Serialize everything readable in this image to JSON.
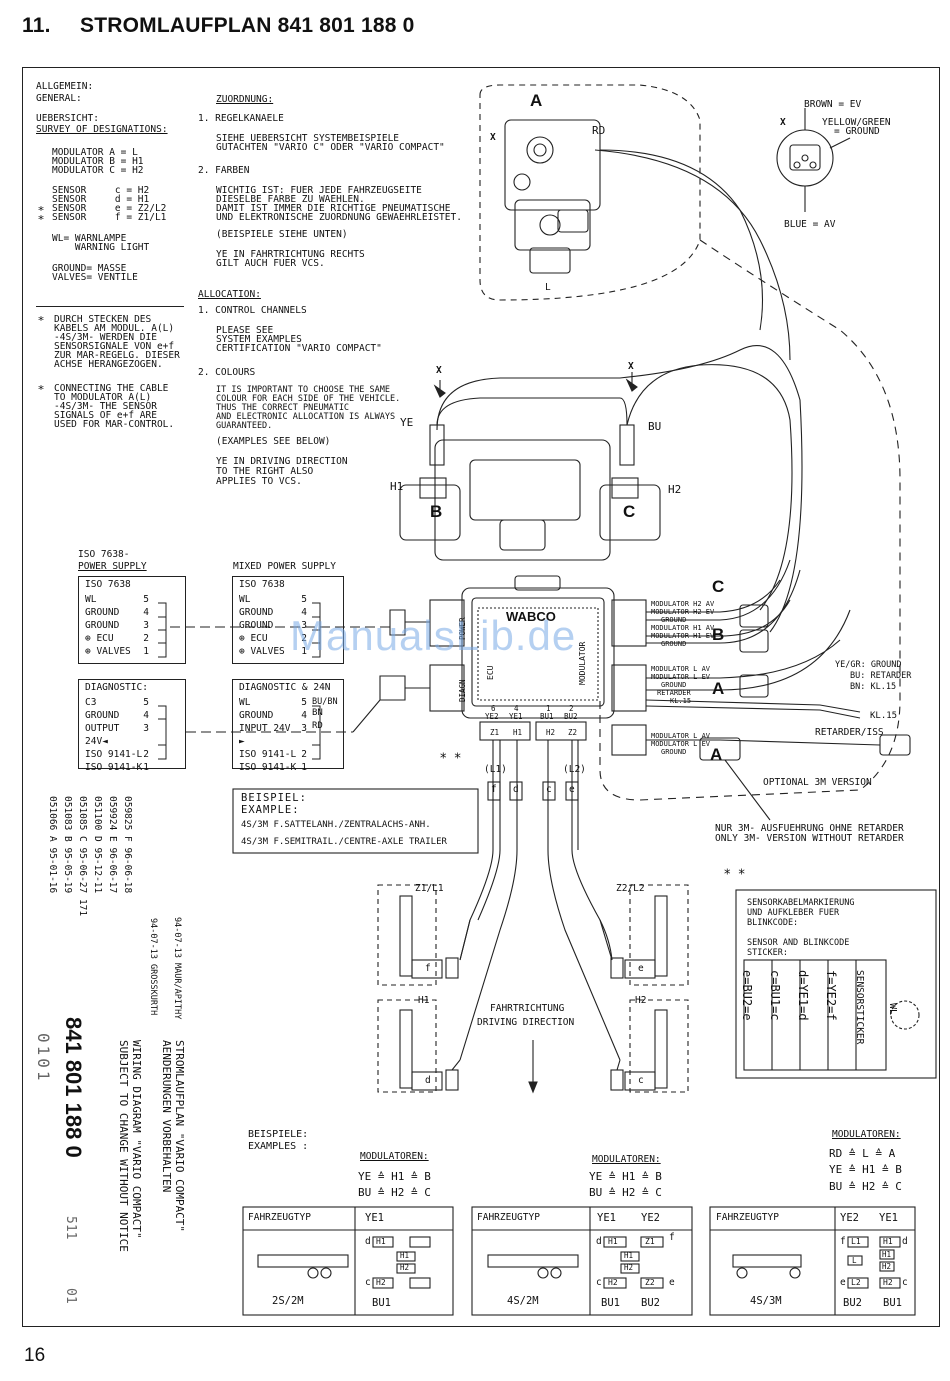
{
  "header": {
    "section": "11.",
    "title": "STROMLAUFPLAN 841 801 188 0"
  },
  "page_number": "16",
  "watermark": "ManualsLib.de",
  "general": {
    "heading1": "ALLGEMEIN:",
    "heading2": "GENERAL:",
    "survey1": "UEBERSICHT:",
    "survey2": "SURVEY OF DESIGNATIONS:",
    "modulators": [
      "MODULATOR A = L",
      "MODULATOR B = H1",
      "MODULATOR C = H2"
    ],
    "sensors": [
      "SENSOR     c = H2",
      "SENSOR     d = H1",
      "SENSOR     e = Z2/L2",
      "SENSOR     f = Z1/L1"
    ],
    "star_mark": "⁎",
    "legend": [
      "WL= WARNLAMPE",
      "    WARNING LIGHT",
      "",
      "GROUND= MASSE",
      "VALVES= VENTILE"
    ],
    "note_de": [
      "DURCH STECKEN DES",
      "KABELS AM MODUL. A(L)",
      "-4S/3M- WERDEN DIE",
      "SENSORSIGNALE VON e+f",
      "ZUR MAR-REGELG. DIESER",
      "ACHSE HERANGEZOGEN."
    ],
    "note_en": [
      "CONNECTING THE CABLE",
      "TO MODULATOR A(L)",
      "-4S/3M- THE SENSOR",
      "SIGNALS OF e+f ARE",
      "USED FOR MAR-CONTROL."
    ]
  },
  "assignment": {
    "heading": "ZUORDNUNG:",
    "item1_title": "1. REGELKANAELE",
    "item1_text": [
      "SIEHE UEBERSICHT SYSTEMBEISPIELE",
      "GUTACHTEN \"VARIO C\" ODER \"VARIO COMPACT\""
    ],
    "item2_title": "2. FARBEN",
    "item2_text": [
      "WICHTIG IST: FUER JEDE FAHRZEUGSEITE",
      "DIESELBE FARBE ZU WAEHLEN.",
      "DAMIT IST IMMER DIE RICHTIGE PNEUMATISCHE",
      "UND ELEKTRONISCHE ZUORDNUNG GEWAEHRLEISTET.",
      "(BEISPIELE SIEHE UNTEN)",
      "",
      "YE IN FAHRTRICHTUNG RECHTS",
      "GILT AUCH FUER VCS."
    ]
  },
  "allocation": {
    "heading": "ALLOCATION:",
    "item1_title": "1. CONTROL CHANNELS",
    "item1_text": [
      "PLEASE SEE",
      "SYSTEM EXAMPLES",
      "CERTIFICATION \"VARIO COMPACT\""
    ],
    "item2_title": "2. COLOURS",
    "item2_text": [
      "IT IS IMPORTANT TO CHOOSE THE SAME",
      "COLOUR FOR EACH SIDE OF THE VEHICLE.",
      "THUS THE CORRECT PNEUMATIC",
      "AND ELECTRONIC ALLOCATION IS ALWAYS",
      "GUARANTEED.",
      "(EXAMPLES SEE BELOW)",
      "",
      "YE IN DRIVING DIRECTION",
      "TO THE RIGHT ALSO",
      "APPLIES TO VCS."
    ]
  },
  "valve_a": {
    "letter": "A",
    "x_mark": "X",
    "rd": "RD",
    "l": "L"
  },
  "connector_x": {
    "x": "X",
    "brown": "BROWN = EV",
    "yellow_green": [
      "YELLOW/GREEN",
      "= GROUND"
    ],
    "blue": "BLUE = AV"
  },
  "valve_bc": {
    "ye": "YE",
    "bu": "BU",
    "h1": "H1",
    "h2": "H2",
    "b": "B",
    "c": "C",
    "x": "X"
  },
  "iso_power": {
    "caption": [
      "ISO 7638-",
      "POWER SUPPLY"
    ],
    "title": "ISO 7638",
    "rows": [
      [
        "WL",
        "5"
      ],
      [
        "GROUND",
        "4"
      ],
      [
        "GROUND",
        "3"
      ],
      [
        "⊕ ECU",
        "2"
      ],
      [
        "⊕ VALVES",
        "1"
      ]
    ]
  },
  "mixed_power": {
    "caption": "MIXED POWER SUPPLY",
    "title": "ISO 7638",
    "rows": [
      [
        "WL",
        "5"
      ],
      [
        "GROUND",
        "4"
      ],
      [
        "GROUND",
        "3"
      ],
      [
        "⊕ ECU",
        "2"
      ],
      [
        "⊕ VALVES",
        "1"
      ]
    ]
  },
  "diagnostic": {
    "title": "DIAGNOSTIC:",
    "rows": [
      [
        "C3",
        "5"
      ],
      [
        "GROUND",
        "4"
      ],
      [
        "OUTPUT 24V◄",
        "3"
      ],
      [
        "ISO 9141-L",
        "2"
      ],
      [
        "ISO 9141-K",
        "1"
      ]
    ]
  },
  "diag24": {
    "title": "DIAGNOSTIC & 24N",
    "rows": [
      [
        "WL",
        "5"
      ],
      [
        "GROUND",
        "4"
      ],
      [
        "INPUT 24V ►",
        "3"
      ],
      [
        "ISO 9141-L",
        "2"
      ],
      [
        "ISO 9141-K",
        "1"
      ]
    ],
    "bu_bn": "BU/BN",
    "bn": "BN",
    "rd": "RD"
  },
  "ecu": {
    "brand": "WABCO",
    "ports_left": [
      "POWER",
      "DIAGN"
    ],
    "ports_right_top": [
      "MODULATOR H2 AV",
      "MODULATOR H2 EV",
      "GROUND",
      "MODULATOR H1 AV",
      "MODULATOR H1 EV",
      "GROUND"
    ],
    "ports_right_mid": [
      "MODULATOR L AV",
      "MODULATOR L EV",
      "GROUND",
      "RETARDER",
      "KL.15"
    ],
    "ports_right_low": [
      "MODULATOR L AV",
      "MODULATOR L EV",
      "GROUND"
    ],
    "inner": [
      "ECU",
      "MODULATOR"
    ],
    "sensor_ports": [
      "YE2",
      "YE1",
      "BU1",
      "BU2"
    ],
    "sensor_pins": [
      "6",
      "4",
      "1",
      "2"
    ],
    "sensor_top": [
      "Z1",
      "H1",
      "H2",
      "Z2"
    ],
    "sensor_tags": [
      "(L1)",
      "f",
      "d",
      "c",
      "e",
      "(L2)"
    ],
    "star2": "⁎ ⁎",
    "mod_b": "B",
    "mod_c": "C",
    "mod_a": "A",
    "mod_a2": "A"
  },
  "retarder": {
    "ye_gr": "YE/GR: GROUND",
    "bu": "BU: RETARDER",
    "bn": "BN: KL.15",
    "kl15": "KL.15",
    "label": "RETARDER/ISS",
    "optional": "OPTIONAL 3M VERSION",
    "only_de": "NUR 3M- AUSFUEHRUNG OHNE RETARDER",
    "only_en": "ONLY 3M- VERSION WITHOUT RETARDER"
  },
  "example_box": {
    "title1": "BEISPIEL:",
    "title2": "EXAMPLE:",
    "line1": "4S/3M F.SATTELANH./ZENTRALACHS-ANH.",
    "line2": "4S/3M F.SEMITRAIL./CENTRE-AXLE TRAILER"
  },
  "wheels": {
    "z1l1": "Z1/L1",
    "z2l2": "Z2/L2",
    "h1": "H1",
    "h2": "H2",
    "f": "f",
    "d": "d",
    "e": "e",
    "c": "c",
    "direction_de": "FAHRTRICHTUNG",
    "direction_en": "DRIVING DIRECTION"
  },
  "sticker": {
    "star2": "⁎ ⁎",
    "lines": [
      "SENSORKABELMARKIERUNG",
      "UND AUFKLEBER FUER",
      "BLINKCODE:",
      "",
      "SENSOR AND BLINKCODE",
      "STICKER:"
    ],
    "columns": [
      "e=BU2=e",
      "c=BU1=c",
      "d=YE1=d",
      "f=YE2=f",
      "SENSORSTICKER"
    ],
    "wl": "WL"
  },
  "revision": {
    "history": [
      "059825 F 96-06-18",
      "059924 E 96-06-17",
      "051100 D 95-12-11",
      "051085 C 95-06-27 171",
      "051083 B 95-05-19",
      "051066 A 95-01-16"
    ],
    "dates": [
      "94-07-13 MAUR/APITHY",
      "94-07-13 GROSSKURTH"
    ],
    "title_lines": [
      "STROMLAUFPLAN \"VARIO COMPACT\"",
      "AENDERUNGEN VORBEHALTEN",
      "WIRING DIAGRAM \"VARIO COMPACT\"",
      "SUBJECT TO CHANGE WITHOUT NOTICE"
    ],
    "part_number": "841 801 188 0",
    "sheet": "0101",
    "code1": "511",
    "code2": "01"
  },
  "examples": {
    "heading": [
      "BEISPIELE:",
      "EXAMPLES :"
    ],
    "modulators_label": "MODULATOREN:",
    "map1": [
      "YE ≙ H1 ≙ B",
      "BU ≙ H2 ≙ C"
    ],
    "map3": [
      "RD ≙ L ≙ A",
      "YE ≙ H1 ≙ B",
      "BU ≙ H2 ≙ C"
    ],
    "vehicle_type": "FAHRZEUGTYP",
    "configs": [
      {
        "label": "2S/2M",
        "top": [
          "YE1"
        ],
        "bottom": [
          "BU1"
        ],
        "left": [
          "d",
          "c"
        ],
        "blocks": [
          "H1",
          "H1",
          "H2",
          "H2"
        ]
      },
      {
        "label": "4S/2M",
        "top": [
          "YE1",
          "YE2"
        ],
        "bottom": [
          "BU1",
          "BU2"
        ],
        "left": [
          "d",
          "c"
        ],
        "right": [
          "f",
          "e"
        ],
        "blocks": [
          "H1",
          "Z1",
          "H1",
          "H2",
          "H2",
          "Z2"
        ]
      },
      {
        "label": "4S/3M",
        "top": [
          "YE2",
          "YE1"
        ],
        "bottom": [
          "BU2",
          "BU1"
        ],
        "left": [
          "f",
          "e"
        ],
        "right": [
          "d",
          "c"
        ],
        "blocks": [
          "L1",
          "H1",
          "H1",
          "L",
          "H2",
          "L2",
          "H2"
        ]
      }
    ]
  }
}
